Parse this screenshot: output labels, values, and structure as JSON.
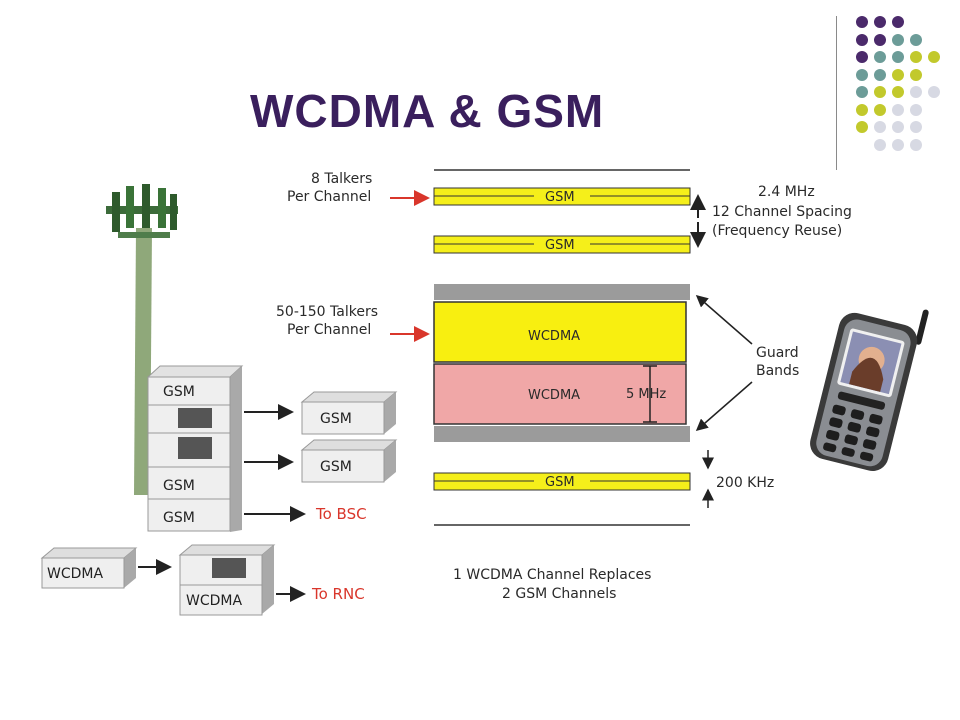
{
  "title": "WCDMA & GSM",
  "colors": {
    "title": "#3a1f5d",
    "dot_purple": "#4b2a6b",
    "dot_teal": "#6c9c98",
    "dot_lime": "#c2c92c",
    "dot_grey": "#d7d9e3",
    "gsm_band": "#f5ef1a",
    "wcdma_upper": "#f8ef10",
    "wcdma_lower": "#f0a7a7",
    "guard_band": "#9b9b9b",
    "red_arrow": "#d9362b"
  },
  "labels": {
    "talkers_gsm_line1": "8 Talkers",
    "talkers_gsm_line2": "Per Channel",
    "talkers_wcdma_line1": "50-150 Talkers",
    "talkers_wcdma_line2": "Per Channel",
    "spacing_line1": "2.4 MHz",
    "spacing_line2": "12 Channel Spacing",
    "spacing_line3": "(Frequency Reuse)",
    "guard_line1": "Guard",
    "guard_line2": "Bands",
    "khz": "200 KHz",
    "mhz": "5 MHz",
    "caption_line1": "1 WCDMA Channel Replaces",
    "caption_line2": "2 GSM Channels"
  },
  "bands": {
    "gsm1": "GSM",
    "gsm2": "GSM",
    "wcdma1": "WCDMA",
    "wcdma2": "WCDMA",
    "gsm3": "GSM"
  },
  "equipment": {
    "rack_gsm_top": "GSM",
    "rack_gsm_mid": "GSM",
    "rack_gsm_bottom": "GSM",
    "out_gsm_1": "GSM",
    "out_gsm_2": "GSM",
    "to_bsc": "To BSC",
    "wcdma_left": "WCDMA",
    "wcdma_right": "WCDMA",
    "to_rnc": "To RNC"
  }
}
